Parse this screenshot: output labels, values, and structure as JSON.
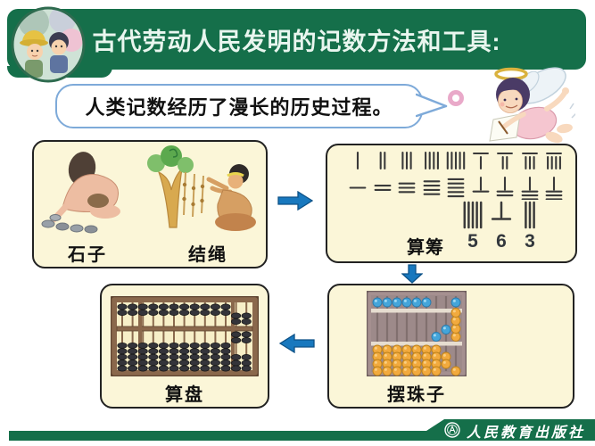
{
  "banner": {
    "title": "古代劳动人民发明的记数方法和工具:"
  },
  "bubble": {
    "text": "人类记数经历了漫长的历史过程。"
  },
  "boxes": {
    "primitive": {
      "stone_label": "石子",
      "rope_label": "结绳"
    },
    "rods": {
      "label": "算筹",
      "digits": [
        "5",
        "6",
        "3"
      ],
      "number": "563",
      "example": [
        {
          "value": 5,
          "form": "vertical"
        },
        {
          "value": 6,
          "form": "horizontal"
        },
        {
          "value": 3,
          "form": "vertical"
        }
      ]
    },
    "abacus": {
      "label": "算盘"
    },
    "beads": {
      "label": "摆珠子"
    }
  },
  "rod_numerals": {
    "rows": [
      {
        "form": "vertical",
        "values": [
          1,
          2,
          3,
          4,
          5,
          6,
          7,
          8,
          9
        ]
      },
      {
        "form": "horizontal",
        "values": [
          1,
          2,
          3,
          4,
          5,
          6,
          7,
          8,
          9
        ]
      }
    ]
  },
  "bead_board": {
    "columns": 9,
    "top_blue": [
      1,
      1,
      1,
      1,
      1,
      1,
      0,
      0,
      1
    ],
    "middle_beads": [
      {
        "col": 7,
        "pos": "low",
        "color": "blue"
      },
      {
        "col": 8,
        "pos": "mid",
        "color": "blue"
      }
    ],
    "right_stack": {
      "col": 9,
      "color": "orange",
      "count": 4
    },
    "bottom_rows": [
      [
        1,
        1,
        1,
        1,
        1,
        1,
        1,
        0,
        0
      ],
      [
        1,
        1,
        1,
        1,
        1,
        1,
        1,
        1,
        0
      ],
      [
        1,
        1,
        1,
        1,
        1,
        1,
        1,
        1,
        0
      ],
      [
        1,
        1,
        1,
        1,
        1,
        1,
        1,
        0,
        1
      ]
    ]
  },
  "abacus_cfg": {
    "columns": 13,
    "upper_beads": 2,
    "lower_beads": 5,
    "active_columns": [
      12,
      13
    ],
    "divider_positions": [
      31,
      135
    ]
  },
  "footer": {
    "publisher": "人民教育出版社"
  },
  "colors": {
    "banner_green": "#156F4A",
    "title_color": "#E9F6EF",
    "box_bg": "#FBF6D8",
    "box_border": "#222222",
    "bubble_border": "#7EAAD9",
    "arrow_blue": "#1878BE",
    "arrow_dark": "#0D5287",
    "rod_dark": "#3A3A3A",
    "digits_color": "#33383D",
    "board_frame": "#A59090",
    "bead_blue": "#44A5DA",
    "bead_orange": "#F2AA3E",
    "abacus_frame": "#8A684C",
    "abacus_bg": "#F7EFC8"
  }
}
